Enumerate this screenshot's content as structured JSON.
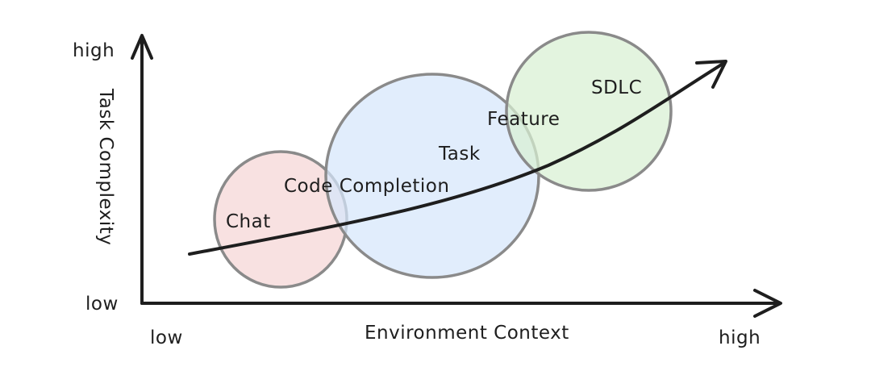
{
  "axes": {
    "y_title": "Task Complexity",
    "y_high": "high",
    "y_low": "low",
    "x_title": "Environment Context",
    "x_low": "low",
    "x_high": "high"
  },
  "bubbles": [
    {
      "label": "Chat",
      "color": "#f5d6d6"
    },
    {
      "label": "Code Completion",
      "color": "#d6e6fb"
    },
    {
      "label": "Task",
      "color": "#d6e6fb"
    },
    {
      "label": "Feature",
      "color": "#d8f0d3"
    },
    {
      "label": "SDLC",
      "color": "#d8f0d3"
    }
  ],
  "colors": {
    "ink": "#1e1e1e",
    "bubble_stroke": "#8a8a8a",
    "chat_fill": "#f5d6d6",
    "task_fill": "#d6e6fb",
    "sdlc_fill": "#d8f0d3"
  }
}
